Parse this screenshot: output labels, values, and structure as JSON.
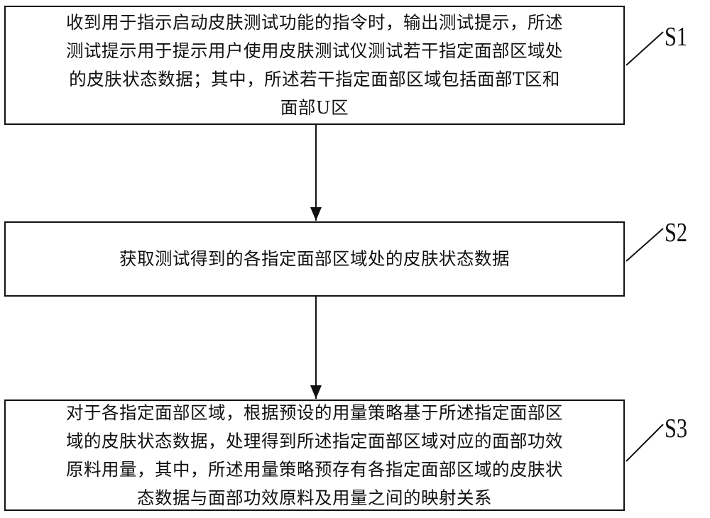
{
  "steps": [
    {
      "id": "S1",
      "lines": [
        "收到用于指示启动皮肤测试功能的指令时，输出测试提示，所述",
        "测试提示用于提示用户使用皮肤测试仪测试若干指定面部区域处",
        "的皮肤状态数据；其中，所述若干指定面部区域包括面部T区和",
        "面部U区"
      ]
    },
    {
      "id": "S2",
      "lines": [
        "获取测试得到的各指定面部区域处的皮肤状态数据"
      ]
    },
    {
      "id": "S3",
      "lines": [
        "对于各指定面部区域，根据预设的用量策略基于所述指定面部区",
        "域的皮肤状态数据，处理得到所述指定面部区域对应的面部功效",
        "原料用量，其中，所述用量策略预存有各指定面部区域的皮肤状",
        "态数据与面部功效原料及用量之间的映射关系"
      ]
    }
  ]
}
